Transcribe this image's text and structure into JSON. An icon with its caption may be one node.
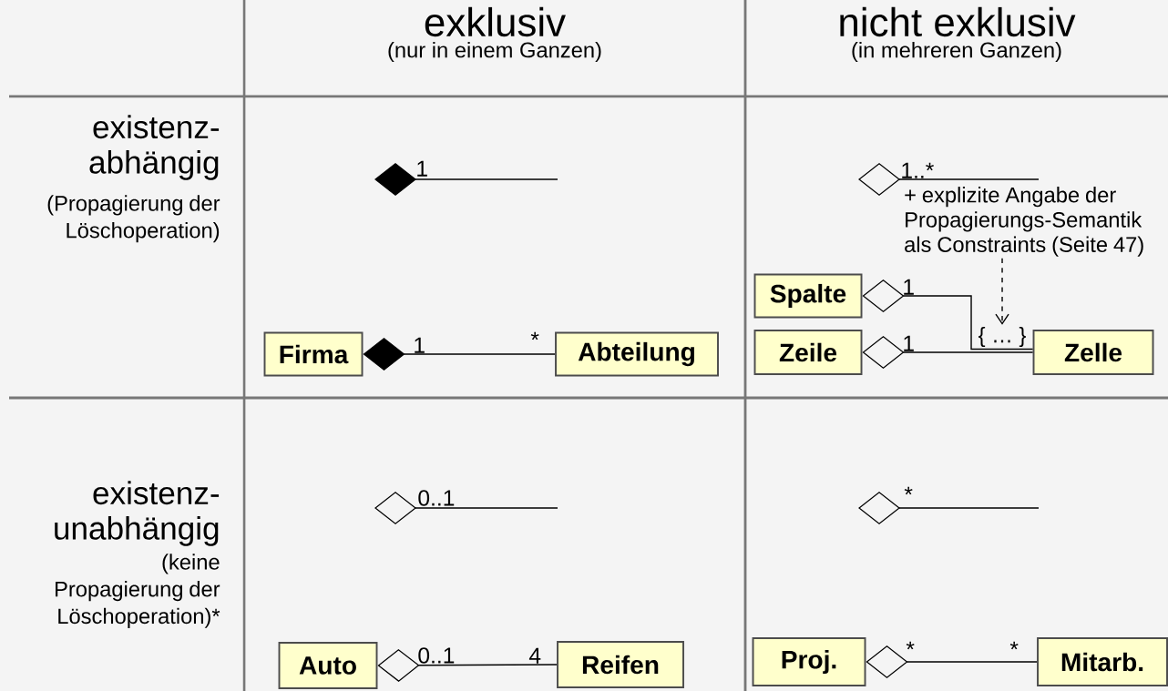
{
  "diagram": {
    "nodes": [
      {
        "text": [
          "Firma"
        ]
      },
      {
        "text": [
          "Abteilung"
        ]
      },
      {
        "text": [
          "Spalte"
        ]
      },
      {
        "text": [
          "Zeile"
        ]
      },
      {
        "text": [
          "Zelle"
        ]
      },
      {
        "text": [
          "Auto"
        ]
      },
      {
        "text": [
          "Reifen"
        ]
      },
      {
        "text": [
          "Proj."
        ]
      },
      {
        "text": [
          "Mitarb."
        ]
      },
      {
        "text": [
          "+ explizite Angabe der Propagierungs-Semantik als Constraints (Seite 47)"
        ]
      },
      {
        "text": [
          "{ … }"
        ]
      }
    ],
    "edges": [
      {
        "from": 0,
        "to": 1,
        "arrow": "other"
      },
      {
        "from": 2,
        "to": 4,
        "arrow": "other"
      },
      {
        "from": 3,
        "to": 4,
        "arrow": "other"
      },
      {
        "from": 5,
        "to": 6,
        "arrow": "other"
      },
      {
        "from": 7,
        "to": 8,
        "arrow": "other"
      },
      {
        "from": 9,
        "to": 10,
        "arrow": "to",
        "style": "dashed"
      }
    ],
    "labels": [
      "exklusiv",
      "(nur in einem Ganzen)",
      "nicht exklusiv",
      "(in mehreren Ganzen)",
      "existenz- abhängig",
      "(Propagierung der Löschoperation)",
      "1",
      "1..*",
      "1",
      "*",
      "1",
      "1",
      "existenz- unabhängig",
      "(keine Propagierung der Löschoperation)*",
      "0..1",
      "*",
      "0..1",
      "4",
      "*",
      "*"
    ]
  }
}
